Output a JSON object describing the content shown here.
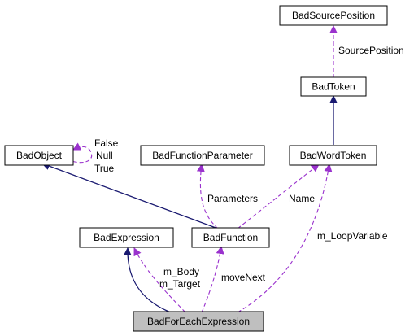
{
  "colors": {
    "inheritance_edge": "#191970",
    "usage_edge": "#9a32cd",
    "node_border": "#000000",
    "node_fill": "#ffffff",
    "highlight_fill": "#bfbfbf"
  },
  "nodes": {
    "bad_source_position": "BadSourcePosition",
    "bad_token": "BadToken",
    "bad_object": "BadObject",
    "bad_function_parameter": "BadFunctionParameter",
    "bad_word_token": "BadWordToken",
    "bad_expression": "BadExpression",
    "bad_function": "BadFunction",
    "bad_for_each_expression": "BadForEachExpression"
  },
  "edge_labels": {
    "source_position": "SourcePosition",
    "false": "False",
    "null": "Null",
    "true": "True",
    "parameters": "Parameters",
    "name": "Name",
    "loop_variable": "m_LoopVariable",
    "body": "m_Body",
    "target": "m_Target",
    "move_next": "moveNext"
  }
}
